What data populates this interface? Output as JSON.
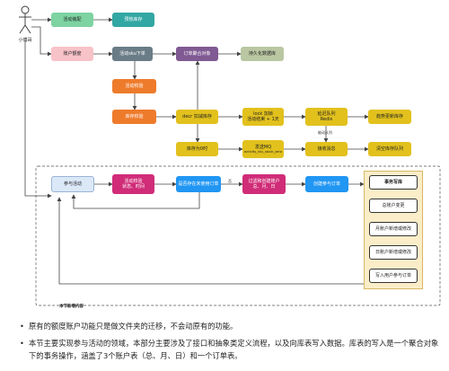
{
  "actor": {
    "label": "小傅哥"
  },
  "nodes": {
    "activity_assembly": "活动装配",
    "warmup_inventory": "预热库存",
    "account_quota": "账户额度",
    "activity_sku_order": "活动sku下单",
    "order_aggregate": "订单聚合对象",
    "persist_db": "持久化数据库",
    "activity_check": "活动校验",
    "inventory_check": "库存校验",
    "decr_deduct": "decr 扣减库存",
    "lock_line1": "lock 加锁",
    "lock_line2": "活动结束 + 1天",
    "delay_queue_line1": "延迟队列",
    "delay_queue_line2": "Redis",
    "trend_update": "趋势更新库存",
    "inventory_zero": "库存为0时",
    "mq_line1": "发送MQ",
    "mq_line2": "activity_sku_stock_zero",
    "receive_msg": "接收消息",
    "clear_queue": "清空库存队列",
    "participate": "参与活动",
    "check2_line1": "活动校验",
    "check2_line2": "状态、时间",
    "unused_order": "是否存在未使用订单",
    "filter_line1": "过滤和创建账户",
    "filter_line2": "总、月、日",
    "create_order": "创建参与订单",
    "tx_title": "事务写库",
    "tx_items": [
      "总账户变更",
      "月账户新增或修改",
      "日账户新增或修改",
      "写入用户参与订单"
    ]
  },
  "edge_labels": {
    "no": "否",
    "consume": "被动队列"
  },
  "region_label": "本节新增内容",
  "notes": [
    "原有的额度账户功能只是做文件夹的迁移，不会动原有的功能。",
    "本节主要实现参与活动的领域，本部分主要涉及了接口和抽象类定义流程，以及向库表写入数据。库表的写入是一个聚合对象下的事务操作，涵盖了3个账户表（总、月、日）和一个订单表。"
  ],
  "colors": {
    "green": "#7dd3a1",
    "teal": "#32a7a3",
    "pink": "#f7c2c8",
    "slate": "#6a7d87",
    "purple": "#805a93",
    "sage": "#b9c7a2",
    "orange": "#ee7b2b",
    "yellow": "#e2c11d",
    "lightblue": "#dbe8f8",
    "magenta": "#d02c78",
    "blue": "#2196f3",
    "cream": "#fbedc8"
  }
}
